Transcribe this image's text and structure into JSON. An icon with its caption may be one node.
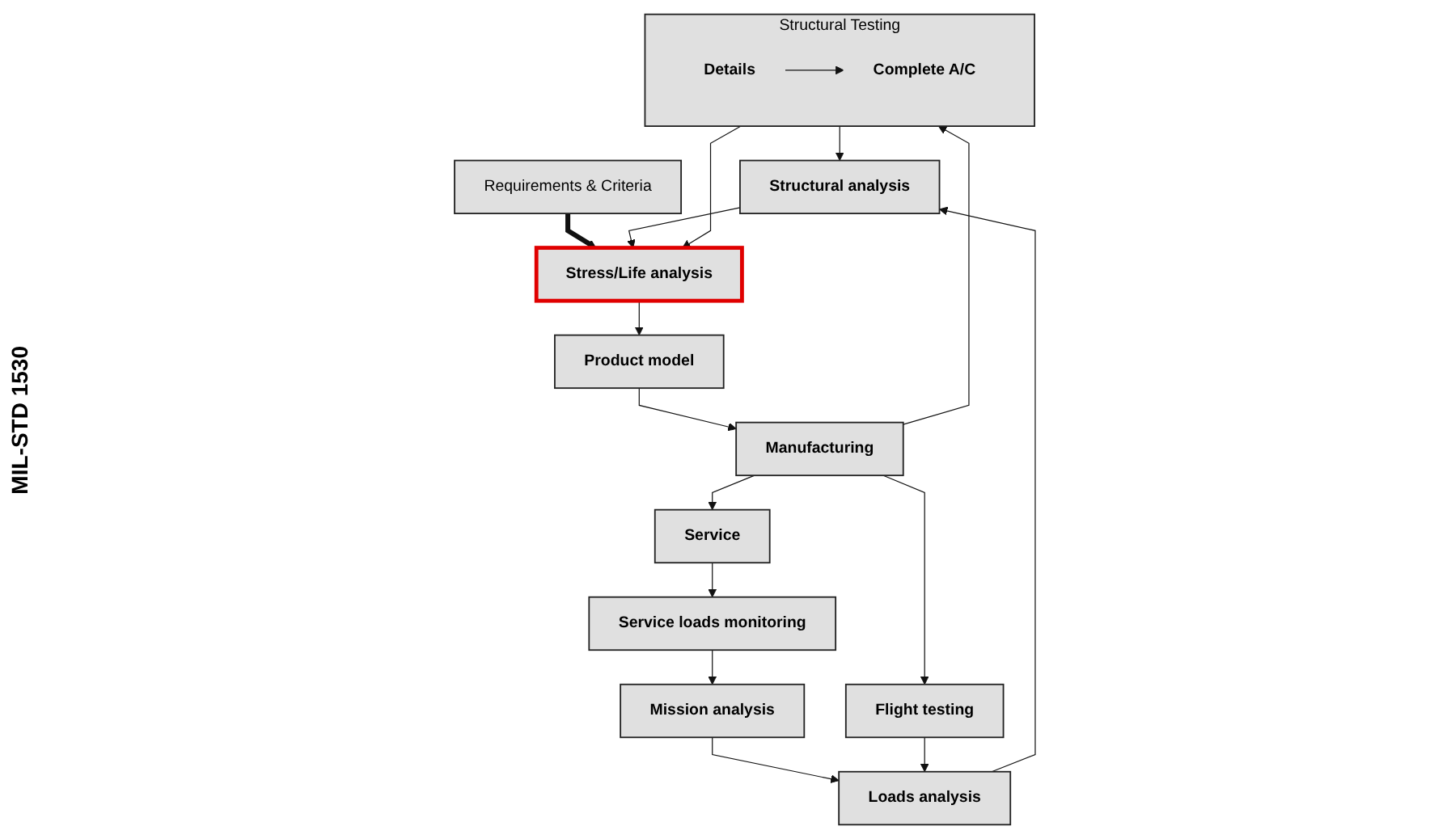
{
  "diagram": {
    "nodes": [
      {
        "text": [
          "Requirements & Criteria"
        ]
      },
      {
        "text": [
          "Mission analysis"
        ]
      },
      {
        "text": [
          "Loads analysis"
        ]
      },
      {
        "text": [
          "Structural analysis"
        ]
      },
      {
        "text": [
          "Stress/Life analysis"
        ]
      },
      {
        "text": [
          "Product model"
        ]
      },
      {
        "text": [
          "Manufacturing"
        ]
      },
      {
        "text": [
          "Service"
        ]
      },
      {
        "text": [
          "Service loads monitoring"
        ]
      },
      {
        "text": [
          "Flight testing"
        ]
      },
      {
        "text": [
          "Structural Testing"
        ]
      },
      {
        "text": [
          "Details"
        ],
        "in": 10
      },
      {
        "text": [
          "Complete A/C"
        ],
        "in": 10
      }
    ],
    "edges": [
      {
        "from": 8,
        "to": 1,
        "arrow": "to"
      },
      {
        "from": 1,
        "to": 2,
        "arrow": "to"
      },
      {
        "from": 9,
        "to": 2,
        "arrow": "to"
      },
      {
        "from": 2,
        "to": 3,
        "arrow": "to"
      },
      {
        "from": 10,
        "to": 3,
        "arrow": "to"
      },
      {
        "from": 0,
        "to": 4,
        "arrow": "to",
        "style": "thick"
      },
      {
        "from": 3,
        "to": 4,
        "arrow": "to"
      },
      {
        "from": 10,
        "to": 4,
        "arrow": "to"
      },
      {
        "from": 11,
        "to": 12,
        "arrow": "to"
      },
      {
        "from": 4,
        "to": 5,
        "arrow": "to"
      },
      {
        "from": 5,
        "to": 6,
        "arrow": "to"
      },
      {
        "from": 6,
        "to": 10,
        "arrow": "to"
      },
      {
        "from": 6,
        "to": 9,
        "arrow": "to"
      },
      {
        "from": 6,
        "to": 7,
        "arrow": "to"
      },
      {
        "from": 7,
        "to": 8,
        "arrow": "to"
      }
    ],
    "labels": [
      "MIL-STD 1530"
    ]
  }
}
